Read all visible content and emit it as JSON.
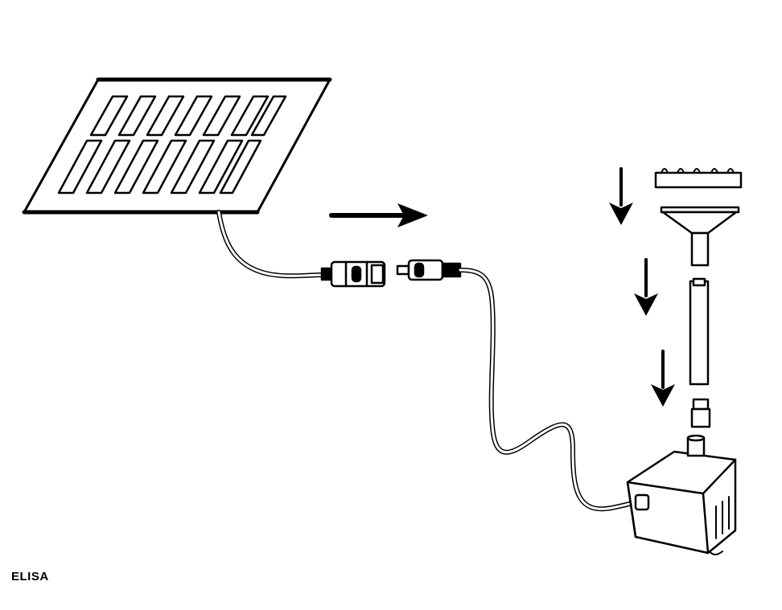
{
  "credit": {
    "label": "ELISA"
  },
  "colors": {
    "line": "#000000",
    "background": "#ffffff"
  },
  "parts": {
    "solar_panel": "solar-panel",
    "cable_connector": "cable-connector",
    "pump": "fountain-pump",
    "nozzle_head": "spray-nozzle-head",
    "funnel_adapter": "funnel-adapter",
    "extension_tube": "extension-tube",
    "outlet_adapter": "outlet-adapter"
  }
}
